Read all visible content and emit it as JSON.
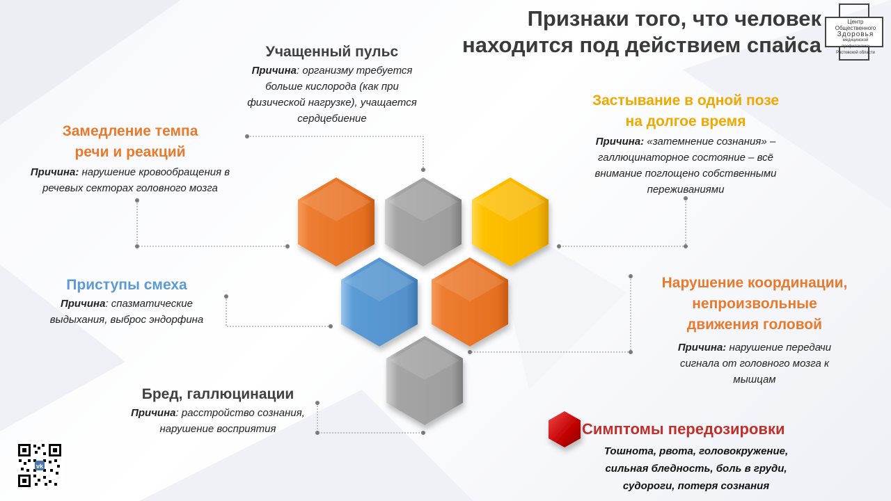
{
  "title": {
    "line1": "Признаки того, что человек",
    "line2": "находится под действием спайса"
  },
  "logo": {
    "line1": "Центр Общественного",
    "line2": "Здоровья",
    "line3": "медицинской профилактики",
    "line4": "Ростовской области"
  },
  "cause_prefix": "Причина",
  "items": {
    "pulse": {
      "heading": "Учащенный пульс",
      "cause": ": организму требуется больше кислорода (как при физической нагрузке), учащается сердцебиение"
    },
    "speech": {
      "heading1": "Замедление темпа",
      "heading2": "речи и реакций",
      "cause": " нарушение кровообращения в речевых секторах головного мозга",
      "prefix": "Причина:"
    },
    "freeze": {
      "heading1": "Застывание в одной позе",
      "heading2": "на долгое время",
      "prefix": "Причина:",
      "cause": " «затемнение сознания» – галлюцинаторное состояние – всё внимание поглощено собственными переживаниями"
    },
    "laugh": {
      "heading": "Приступы смеха",
      "cause": ": спазматические выдыхания, выброс эндорфина"
    },
    "coord": {
      "heading1": "Нарушение координации,",
      "heading2": "непроизвольные",
      "heading3": "движения головой",
      "prefix": "Причина:",
      "cause": " нарушение передачи сигнала от головного мозга к мышцам"
    },
    "delirium": {
      "heading": "Бред, галлюцинации",
      "cause": ": расстройство сознания, нарушение восприятия"
    }
  },
  "overdose": {
    "heading": "Симптомы передозировки",
    "text1": "Тошнота, рвота, головокружение,",
    "text2": "сильная бледность, боль в груди,",
    "text3": "судороги, потеря сознания"
  },
  "colors": {
    "orange": "#ED7D31",
    "gray": "#A5A5A5",
    "yellow": "#FFC000",
    "blue": "#5B9BD5",
    "red": "#C00000"
  },
  "icons": [
    "hexagon-orange",
    "hexagon-gray",
    "hexagon-yellow",
    "hexagon-blue",
    "hexagon-red",
    "qr-code-icon",
    "logo-icon"
  ]
}
